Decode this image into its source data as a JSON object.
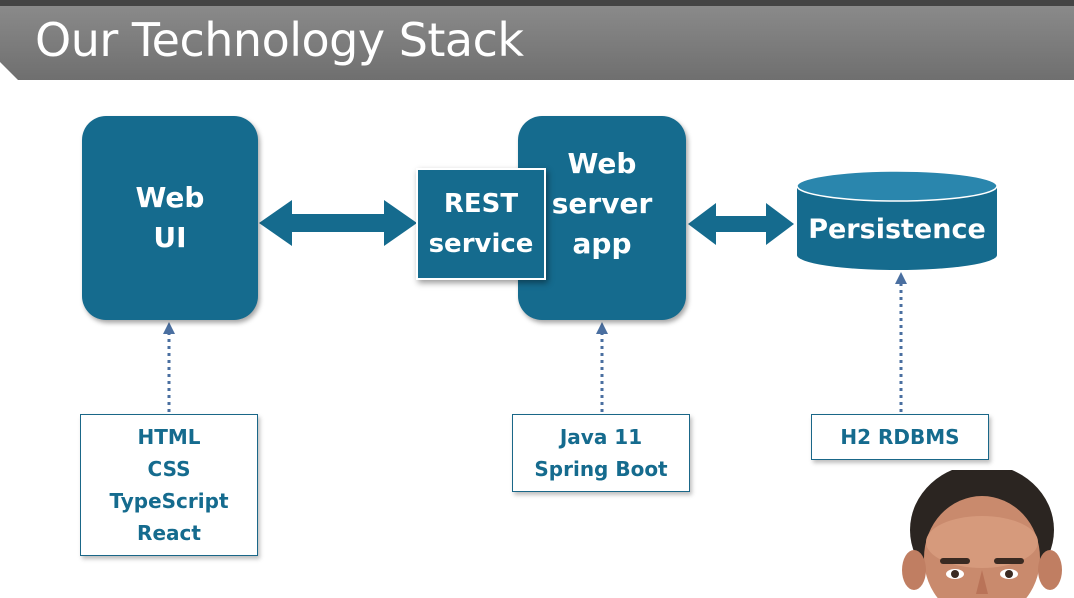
{
  "slide": {
    "title": "Our Technology Stack"
  },
  "blocks": {
    "web_ui": "Web\nUI",
    "rest_service": "REST\nservice",
    "web_server_app": "Web\nserver\napp",
    "persistence": "Persistence"
  },
  "notes": {
    "web_ui": [
      "HTML",
      "CSS",
      "TypeScript",
      "React"
    ],
    "web_server_app": [
      "Java 11",
      "Spring Boot"
    ],
    "persistence": [
      "H2 RDBMS"
    ]
  },
  "colors": {
    "block": "#156b8e",
    "title_bar": "#7a7a7a",
    "dotted_arrow": "#4a6fa0"
  },
  "icons": {
    "presenter": "presenter-video-thumbnail"
  }
}
